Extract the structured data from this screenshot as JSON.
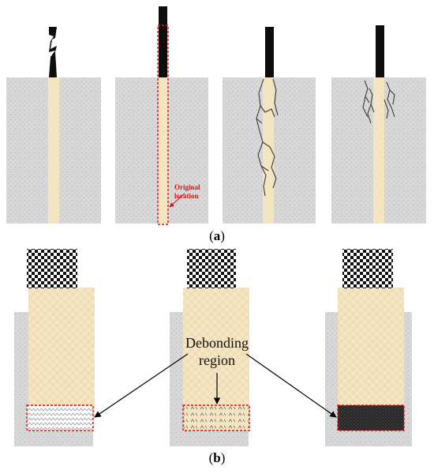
{
  "part_a": {
    "caption_open": "(",
    "caption_letter": "a",
    "caption_close": ")",
    "annotation_line1": "Original",
    "annotation_line2": "location"
  },
  "part_b": {
    "caption_open": "(",
    "caption_letter": "b",
    "caption_close": ")",
    "label_line1": "Debonding",
    "label_line2": "region"
  },
  "colors": {
    "concrete": "#d8d8d8",
    "concrete_dots": "#c2c2c2",
    "fiber_core": "#f3e4c2",
    "fiber_black": "#0d0d0d",
    "marker_red": "#e01010"
  }
}
